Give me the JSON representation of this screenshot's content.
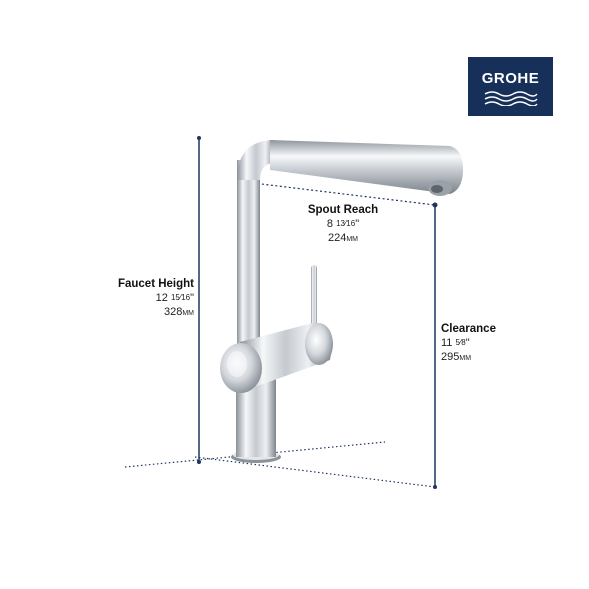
{
  "brand": {
    "name": "GROHE",
    "bg_color": "#17305a",
    "text_color": "#ffffff"
  },
  "dimensions": {
    "spout_reach": {
      "label": "Spout Reach",
      "inches_whole": "8",
      "inches_frac": "13⁄16",
      "inch_mark": "\"",
      "mm_value": "224",
      "mm_unit": "MM"
    },
    "faucet_height": {
      "label": "Faucet Height",
      "inches_whole": "12",
      "inches_frac": "15⁄16",
      "inch_mark": "\"",
      "mm_value": "328",
      "mm_unit": "MM"
    },
    "clearance": {
      "label": "Clearance",
      "inches_whole": "11",
      "inches_frac": "5⁄8",
      "inch_mark": "\"",
      "mm_value": "295",
      "mm_unit": "MM"
    }
  },
  "colors": {
    "dimension_line": "#1f3660",
    "chrome_dark": "#7d848c",
    "chrome_light": "#f4f6f8"
  }
}
